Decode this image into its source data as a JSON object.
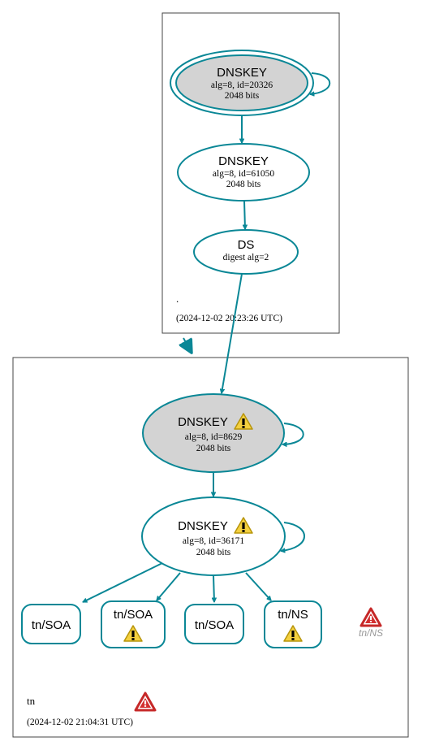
{
  "colors": {
    "edge": "#0a8796",
    "node_outline": "#0a8796",
    "sep_fill": "#d3d3d3",
    "plain_fill": "#ffffff",
    "zone_border": "#444444",
    "warning_icon": "#f1c40f",
    "error_icon": "#d32f2f",
    "inactive_text": "#999999"
  },
  "root_zone": {
    "name": ".",
    "timestamp": "(2024-12-02 20:23:26 UTC)",
    "ksk": {
      "type": "DNSKEY",
      "detail": "alg=8, id=20326",
      "size": "2048 bits"
    },
    "zsk": {
      "type": "DNSKEY",
      "detail": "alg=8, id=61050",
      "size": "2048 bits"
    },
    "ds": {
      "type": "DS",
      "detail": "digest alg=2"
    }
  },
  "tn_zone": {
    "name": "tn",
    "timestamp": "(2024-12-02 21:04:31 UTC)",
    "zone_icon": "error-icon",
    "ksk": {
      "type": "DNSKEY",
      "detail": "alg=8, id=8629",
      "size": "2048 bits",
      "icon": "warning-icon"
    },
    "zsk": {
      "type": "DNSKEY",
      "detail": "alg=8, id=36171",
      "size": "2048 bits",
      "icon": "warning-icon"
    },
    "rrsets": [
      {
        "label": "tn/SOA",
        "icon": null
      },
      {
        "label": "tn/SOA",
        "icon": "warning-icon"
      },
      {
        "label": "tn/SOA",
        "icon": null
      },
      {
        "label": "tn/NS",
        "icon": "warning-icon"
      }
    ],
    "ns_error": {
      "label": "tn/NS",
      "icon": "error-icon"
    }
  }
}
